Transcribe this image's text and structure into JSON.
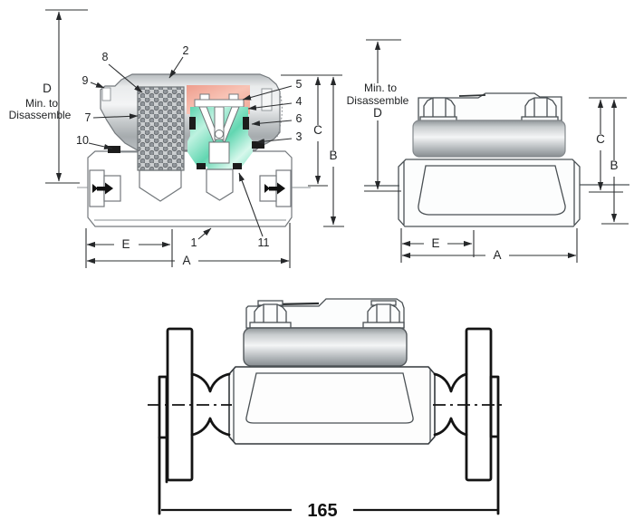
{
  "dims": {
    "a": "A",
    "b": "B",
    "c": "C",
    "d": "D",
    "e": "E"
  },
  "min_to_disassemble": {
    "line1": "Min. to",
    "line2": "Disassemble"
  },
  "callouts": {
    "c1": "1",
    "c2": "2",
    "c3": "3",
    "c4": "4",
    "c5": "5",
    "c6": "6",
    "c7": "7",
    "c8": "8",
    "c9": "9",
    "c10": "10",
    "c11": "11"
  },
  "flanged_view": {
    "width_mm": "165"
  },
  "colors": {
    "background": "#ffffff",
    "chamber_inlet_red": "#f2a693",
    "chamber_outlet_teal": "#5fd6b0",
    "metal_gray": "#c6cacc",
    "screen_gray": "#cbced0",
    "seal_black": "#1c1c1c",
    "drawing_line_gray": "#74797d",
    "dimension_line": "#2e3032",
    "sketch_black": "#141414"
  }
}
